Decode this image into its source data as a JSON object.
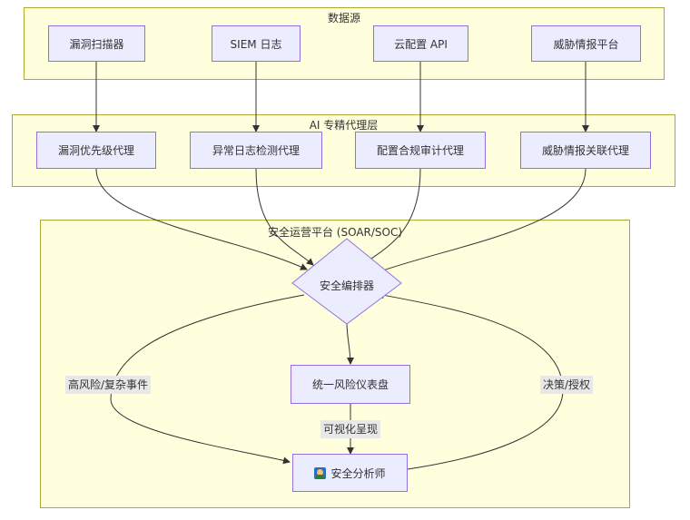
{
  "groups": {
    "sources": "数据源",
    "agents": "AI 专精代理层",
    "platform": "安全运营平台 (SOAR/SOC)"
  },
  "nodes": {
    "vuln_scanner": "漏洞扫描器",
    "siem": "SIEM 日志",
    "cloud_api": "云配置 API",
    "threat_intel": "威胁情报平台",
    "vuln_agent": "漏洞优先级代理",
    "anomaly_agent": "异常日志检测代理",
    "compliance_agent": "配置合规审计代理",
    "intel_agent": "威胁情报关联代理",
    "orchestrator": "安全编排器",
    "dashboard": "统一风险仪表盘",
    "analyst": "安全分析师"
  },
  "edge_labels": {
    "high_risk": "高风险/复杂事件",
    "visualize": "可视化呈现",
    "decision": "决策/授权"
  },
  "colors": {
    "group_fill": "#ffffde",
    "group_stroke": "#aaaa33",
    "node_fill": "#ececff",
    "node_stroke": "#9370db",
    "edge": "#333333",
    "label_bg": "#e8e8e8"
  },
  "icons": {
    "analyst": "analyst-icon"
  }
}
